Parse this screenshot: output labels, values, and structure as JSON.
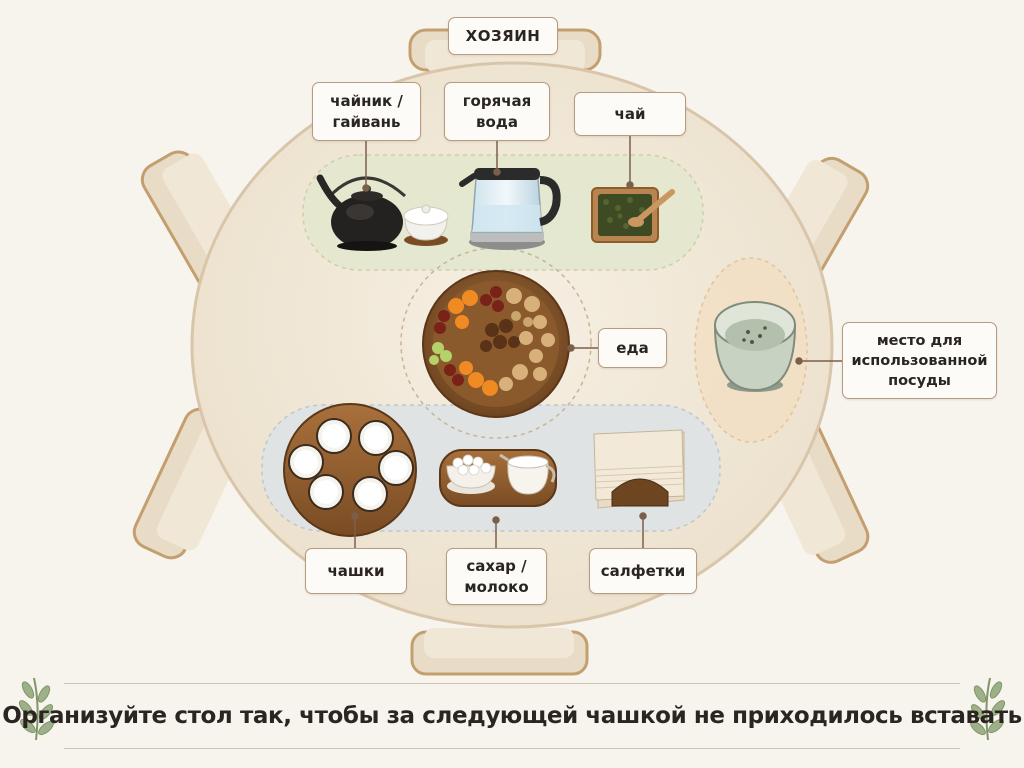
{
  "seats": {
    "host_label": "ХОЗЯИН"
  },
  "zones": {
    "brewing": {
      "teapot_label": "чайник / гайвань",
      "hot_water_label": "горячая вода",
      "tea_label": "чай"
    },
    "food_label": "еда",
    "used_dishes_label": "место для использованной посуды",
    "serving": {
      "cups_label": "чашки",
      "sugar_milk_label": "сахар / молоко",
      "napkins_label": "салфетки"
    }
  },
  "footer": {
    "slogan": "Организуйте стол так, чтобы за следующей чашкой не приходилось вставать"
  },
  "colors": {
    "table": "#efe6d6",
    "table_edge": "#d9c6aa",
    "chair_wood": "#c9a777",
    "brewing_zone": "#e4e8cf",
    "serving_zone": "#dfe3e6",
    "used_zone": "#f3e0c4",
    "label_border": "#b89a7e"
  }
}
